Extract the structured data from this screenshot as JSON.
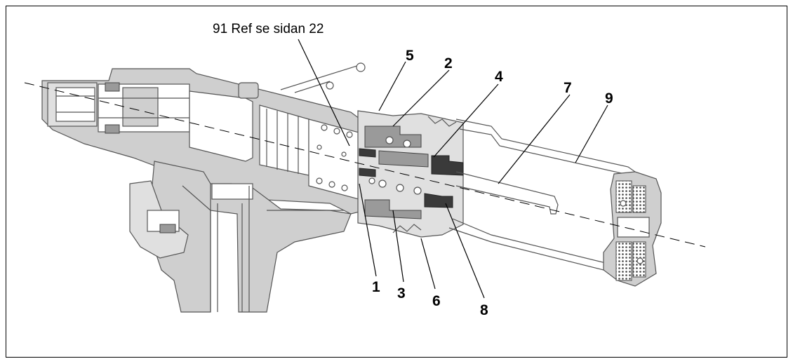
{
  "figure": {
    "reference_note": "91 Ref se sidan 22",
    "callouts": [
      "1",
      "2",
      "3",
      "4",
      "5",
      "6",
      "7",
      "8",
      "9"
    ]
  }
}
